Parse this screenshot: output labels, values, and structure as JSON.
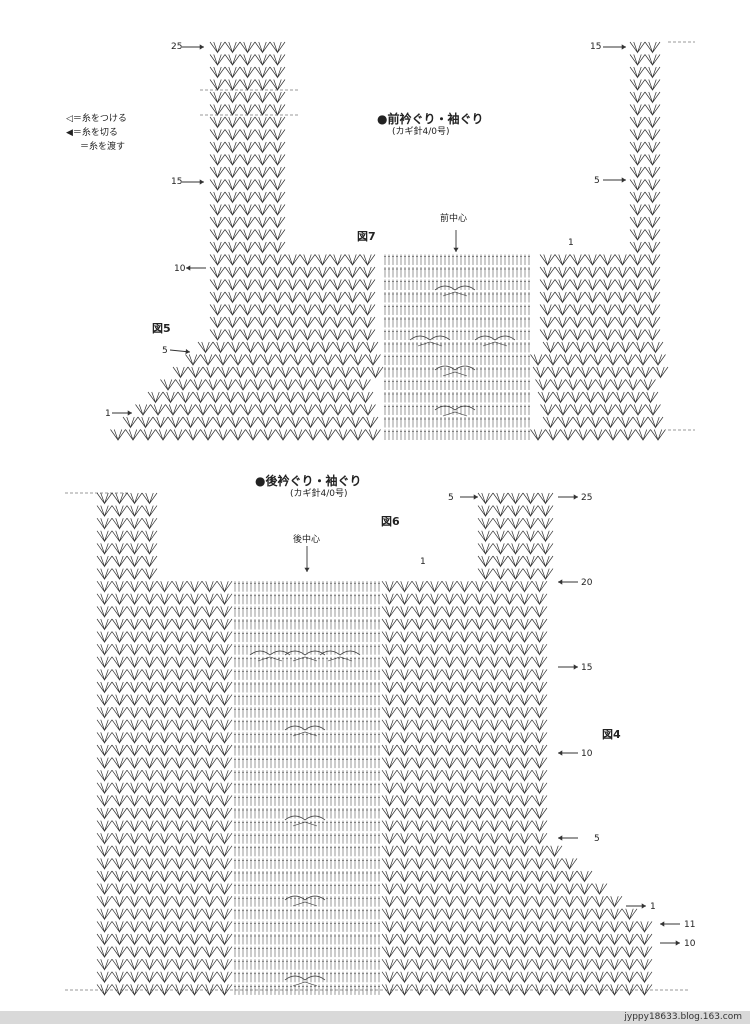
{
  "front": {
    "title": "●前衿ぐり・袖ぐり",
    "hook": "(カギ針4/0号)",
    "center_label": "前中心",
    "figure_labels": [
      "図7",
      "図5"
    ],
    "row_labels_left": [
      "25",
      "15",
      "10",
      "5",
      "1"
    ],
    "row_labels_right": [
      "15",
      "5",
      "1"
    ]
  },
  "back": {
    "title": "●後衿ぐり・袖ぐり",
    "hook": "(カギ針4/0号)",
    "center_label": "後中心",
    "figure_labels": [
      "図6",
      "図4"
    ],
    "row_labels_left": [
      "5",
      "1"
    ],
    "row_labels_right": [
      "25",
      "20",
      "15",
      "10",
      "5",
      "1",
      "11",
      "10"
    ]
  },
  "legend": [
    "◁＝糸をつける",
    "◀＝糸を切る",
    "＝糸を渡す"
  ],
  "footer": {
    "credit": "jyppy18633.blog.163.com"
  },
  "colors": {
    "ink": "#333333",
    "footer_bg": "#d9d9d9"
  }
}
